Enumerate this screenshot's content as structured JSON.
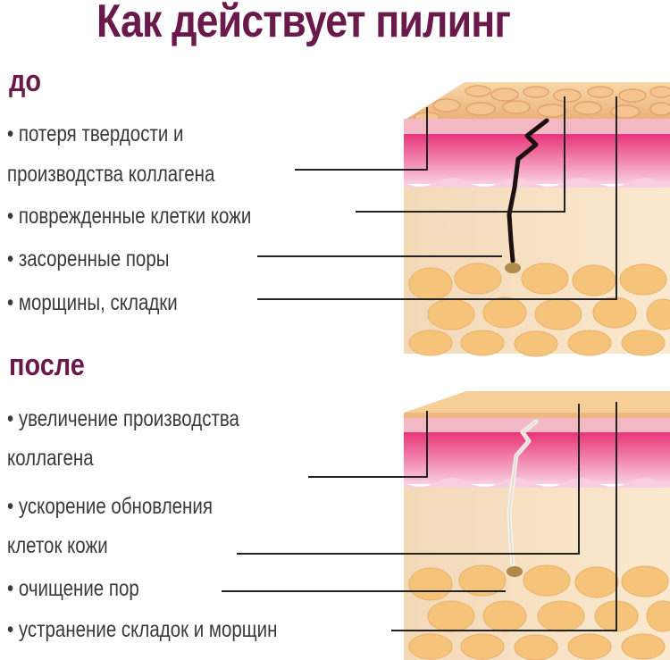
{
  "title": "Как действует пилинг",
  "before": {
    "heading": "до",
    "items": [
      "• потеря твердости и",
      "производства коллагена",
      "• поврежденные клетки кожи",
      "• засоренные поры",
      "• морщины, складки"
    ]
  },
  "after": {
    "heading": "после",
    "items": [
      "• увеличение производства",
      "коллагена",
      "• ускорение обновления",
      "клеток кожи",
      "• очищение пор",
      "• устранение складок и морщин"
    ]
  },
  "colors": {
    "title": "#6a1a4a",
    "text": "#3a3a3a",
    "epidermis": "#f2c48e",
    "dermis-pink": "#e7357a",
    "dermis-light": "#f3a6c4",
    "subcutis": "#fff3bf",
    "fat-cells": "#f6c37a"
  }
}
